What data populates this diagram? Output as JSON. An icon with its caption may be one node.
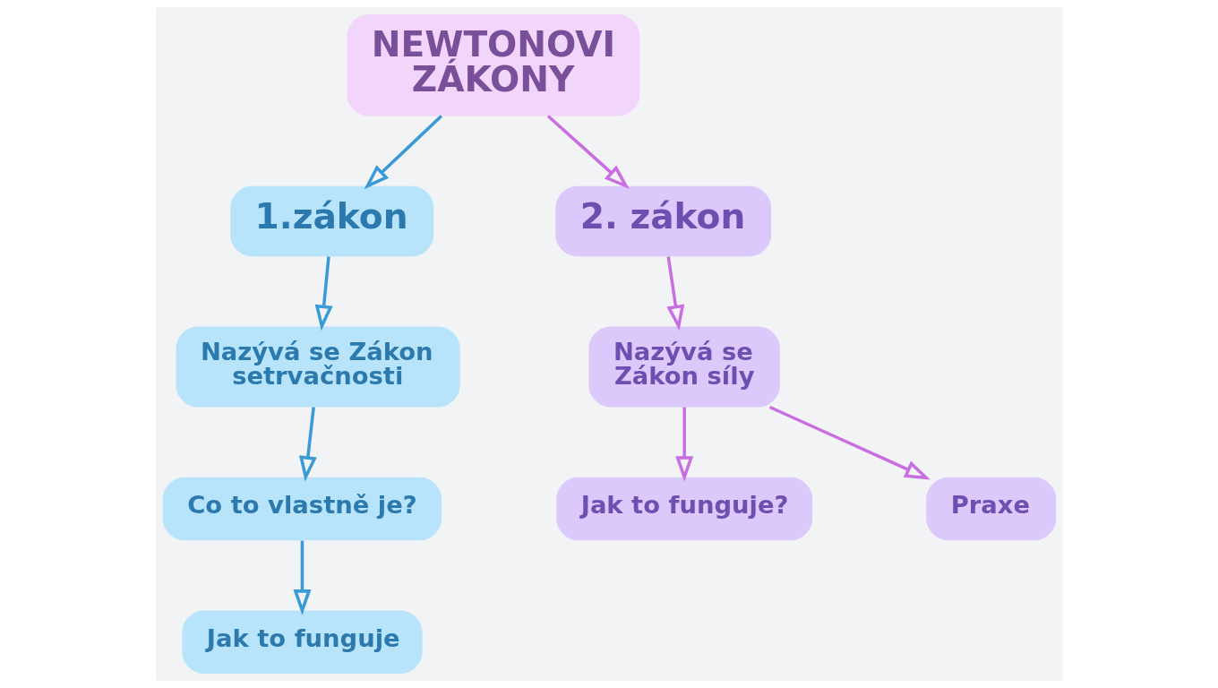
{
  "diagram": {
    "nodes": [
      {
        "text": [
          "NEWTONOVI ZÁKONY"
        ]
      },
      {
        "text": [
          "1.zákon"
        ]
      },
      {
        "text": [
          "2. zákon"
        ]
      },
      {
        "text": [
          "Nazývá se Zákon setrvačnosti"
        ]
      },
      {
        "text": [
          "Nazývá se Zákon síly"
        ]
      },
      {
        "text": [
          "Co to vlastně je?"
        ]
      },
      {
        "text": [
          "Jak to funguje?"
        ]
      },
      {
        "text": [
          "Praxe"
        ]
      },
      {
        "text": [
          "Jak to funguje"
        ]
      }
    ],
    "edges": [
      {
        "from": 0,
        "to": 1,
        "arrow": "to",
        "color": "#3a9ad6"
      },
      {
        "from": 0,
        "to": 2,
        "arrow": "to",
        "color": "#c86ee0"
      },
      {
        "from": 1,
        "to": 3,
        "arrow": "to",
        "color": "#3a9ad6"
      },
      {
        "from": 2,
        "to": 4,
        "arrow": "to",
        "color": "#c86ee0"
      },
      {
        "from": 3,
        "to": 5,
        "arrow": "to",
        "color": "#3a9ad6"
      },
      {
        "from": 4,
        "to": 6,
        "arrow": "to",
        "color": "#c86ee0"
      },
      {
        "from": 4,
        "to": 7,
        "arrow": "to",
        "color": "#c86ee0"
      },
      {
        "from": 5,
        "to": 8,
        "arrow": "to",
        "color": "#3a9ad6"
      }
    ]
  }
}
